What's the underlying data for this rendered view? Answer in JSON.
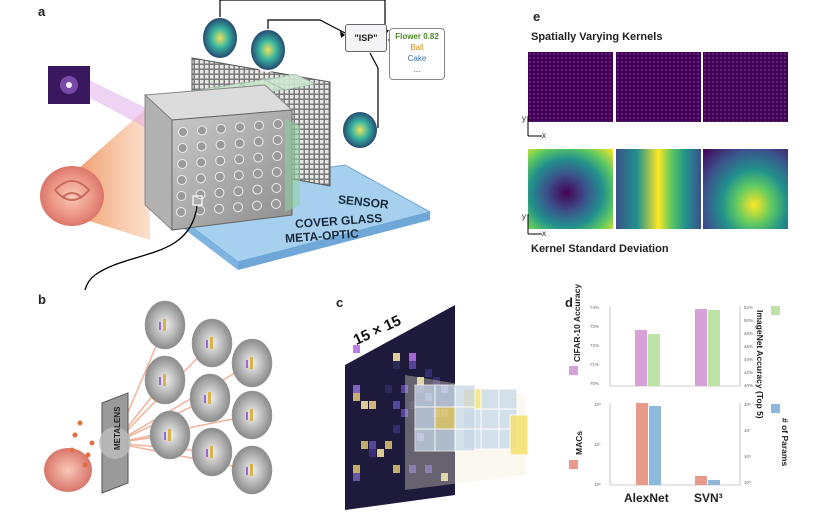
{
  "panels": {
    "a": "a",
    "b": "b",
    "c": "c",
    "d": "d",
    "e": "e"
  },
  "panel_a": {
    "isp": "\"ISP\"",
    "output": [
      "Flower 0.82",
      "Ball",
      "Cake",
      "..."
    ],
    "output_colors": [
      "#4a8a2a",
      "#d28f12",
      "#3b6fb0",
      "#333333"
    ],
    "sensor": "SENSOR",
    "cover_glass": "COVER GLASS",
    "meta_optic": "META-OPTIC"
  },
  "panel_b": {
    "metalens": "METALENS"
  },
  "panel_c": {
    "kernel_size": "15 × 15"
  },
  "panel_d": {
    "top_left_axis": "CIFAR-10 Accuracy",
    "top_right_axis": "ImageNet Accuracy (Top 5)",
    "bottom_left_axis": "MACs",
    "bottom_right_axis": "# of Params",
    "top_left_ticks": [
      "74%",
      "73%",
      "72%",
      "71%",
      "70%"
    ],
    "top_right_ticks": [
      "52%",
      "50%",
      "48%",
      "46%",
      "44%",
      "42%",
      "40%"
    ],
    "bottom_left_ticks": [
      "10⁸",
      "10⁷",
      "10⁶"
    ],
    "bottom_right_ticks": [
      "10⁸",
      "10⁷",
      "10⁶",
      "10⁵"
    ],
    "categories": [
      "AlexNet",
      "SVN³"
    ]
  },
  "panel_e": {
    "title_top": "Spatially Varying Kernels",
    "title_bottom": "Kernel Standard Deviation",
    "axis_x": "x",
    "axis_y": "y"
  },
  "colors": {
    "pink": "#d8a0d8",
    "green": "#bfe3a7",
    "salmon": "#e8998a",
    "blue": "#8fb9dc",
    "glass": "#8fc0e8",
    "viridis_dark": "#440154"
  }
}
